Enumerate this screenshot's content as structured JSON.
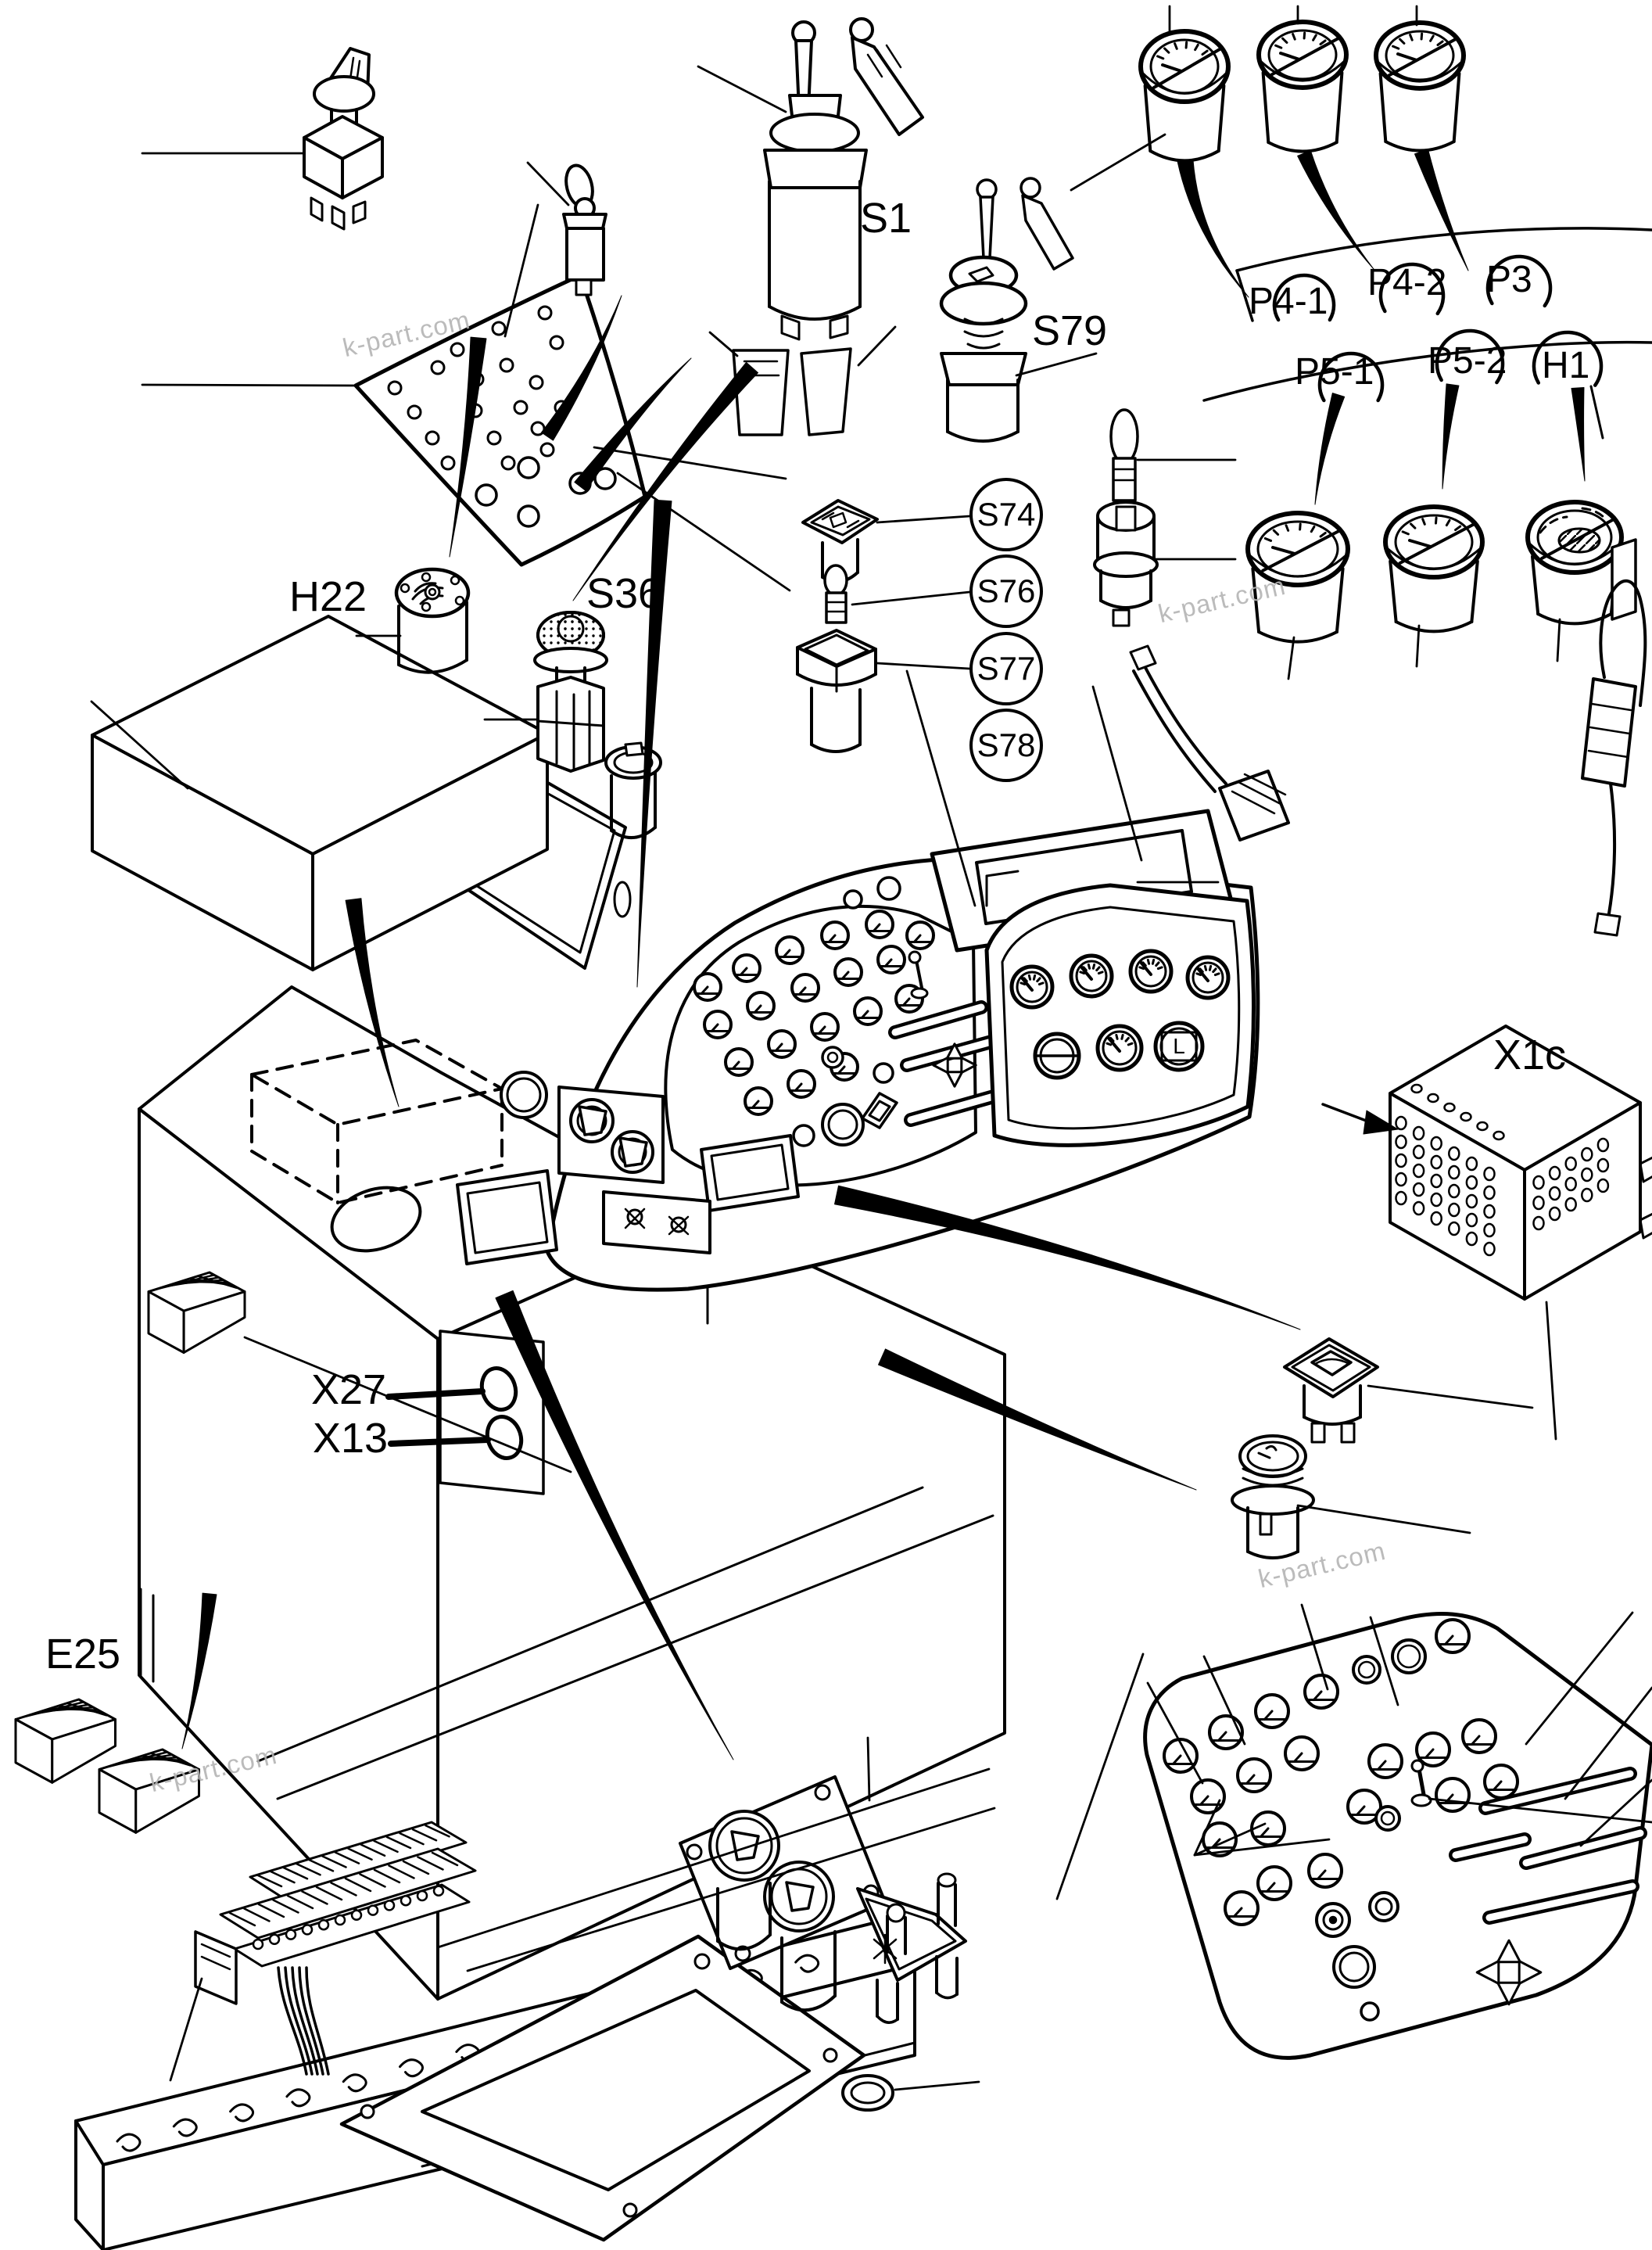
{
  "diagram": {
    "watermark_text": "k-part.com",
    "labels": {
      "s1": "S1",
      "s79": "S79",
      "h22": "H22",
      "s36": "S36",
      "x1c": "X1c",
      "x27": "X27",
      "x13": "X13",
      "e25": "E25",
      "p4_1": "P4-1",
      "p4_2": "P4-2",
      "p3": "P3",
      "p5_1": "P5-1",
      "p5_2": "P5-2",
      "h1": "H1"
    },
    "circled_labels": [
      "S74",
      "S76",
      "S77",
      "S78"
    ],
    "cluster_gauge_letter": "L",
    "colors": {
      "line": "#000000",
      "background": "#ffffff",
      "watermark": "#b4b4b4"
    }
  }
}
